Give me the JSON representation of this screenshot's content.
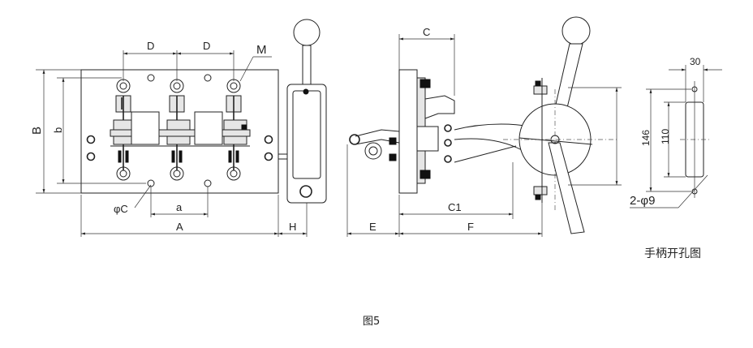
{
  "labels": {
    "D1": "D",
    "D2": "D",
    "M": "M",
    "B": "B",
    "b": "b",
    "phiC": "φC",
    "a": "a",
    "A": "A",
    "H": "H",
    "C": "C",
    "C1": "C1",
    "E": "E",
    "F": "F",
    "dim30": "30",
    "dim146": "146",
    "dim110": "110",
    "holes": "2-φ9"
  },
  "captions": {
    "hole_drawing": "手柄开孔图",
    "figure": "图5"
  }
}
